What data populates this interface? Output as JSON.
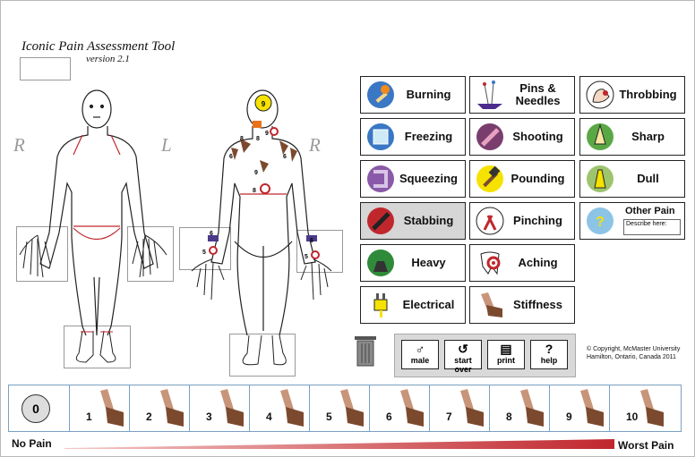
{
  "app": {
    "title": "Iconic Pain Assessment Tool",
    "version": "version 2.1"
  },
  "figures": {
    "front_left_label": "R",
    "front_right_label": "L",
    "back_right_label": "R",
    "markers": [
      {
        "label": "9",
        "region": "head"
      },
      {
        "label": "9",
        "region": "neck"
      },
      {
        "label": "8",
        "region": "left-shoulder"
      },
      {
        "label": "8",
        "region": "right-shoulder"
      },
      {
        "label": "6",
        "region": "left-upper-arm"
      },
      {
        "label": "6",
        "region": "right-upper-arm"
      },
      {
        "label": "9",
        "region": "mid-back"
      },
      {
        "label": "8",
        "region": "lower-back"
      },
      {
        "label": "6",
        "region": "left-wrist"
      },
      {
        "label": "5",
        "region": "left-hand"
      },
      {
        "label": "6",
        "region": "right-wrist"
      },
      {
        "label": "5",
        "region": "right-hand"
      }
    ]
  },
  "pain_types": [
    {
      "label": "Burning",
      "icon": "match-flame-icon",
      "selected": false
    },
    {
      "label": "Pins & Needles",
      "icon": "pincushion-icon",
      "selected": false
    },
    {
      "label": "Throbbing",
      "icon": "throbbing-toe-icon",
      "selected": false
    },
    {
      "label": "Freezing",
      "icon": "ice-cube-icon",
      "selected": false
    },
    {
      "label": "Shooting",
      "icon": "shooting-arrow-icon",
      "selected": false
    },
    {
      "label": "Sharp",
      "icon": "pencil-tip-icon",
      "selected": false
    },
    {
      "label": "Squeezing",
      "icon": "clamp-icon",
      "selected": false
    },
    {
      "label": "Pounding",
      "icon": "hammer-icon",
      "selected": false
    },
    {
      "label": "Dull",
      "icon": "dull-pencil-icon",
      "selected": false
    },
    {
      "label": "Stabbing",
      "icon": "knife-icon",
      "selected": true
    },
    {
      "label": "Pinching",
      "icon": "pliers-icon",
      "selected": false
    },
    {
      "label": "Heavy",
      "icon": "weight-icon",
      "selected": false
    },
    {
      "label": "Aching",
      "icon": "aching-tooth-icon",
      "selected": false
    },
    {
      "label": "Electrical",
      "icon": "plug-icon",
      "selected": false
    },
    {
      "label": "Stiffness",
      "icon": "stiff-joint-icon",
      "selected": false
    }
  ],
  "other_pain": {
    "label": "Other Pain",
    "describe": "Describe here:",
    "icon": "question-icon"
  },
  "controls": {
    "male": {
      "label": "male",
      "glyph": "♂"
    },
    "start_over": {
      "label": "start over",
      "glyph": "↺"
    },
    "print": {
      "label": "print",
      "glyph": "▤"
    },
    "help": {
      "label": "help",
      "glyph": "?"
    }
  },
  "copyright": {
    "line1": "© Copyright, McMaster University",
    "line2": "Hamilton, Ontario, Canada 2011"
  },
  "scale": {
    "zero": "0",
    "levels": [
      "1",
      "2",
      "3",
      "4",
      "5",
      "6",
      "7",
      "8",
      "9",
      "10"
    ],
    "min_label": "No Pain",
    "max_label": "Worst Pain"
  },
  "colors": {
    "accent_red": "#c0272d",
    "stiffness_brown": "#7b4a2e",
    "tile_selected": "#d6d6d6",
    "scale_border": "#7aa0c4"
  }
}
